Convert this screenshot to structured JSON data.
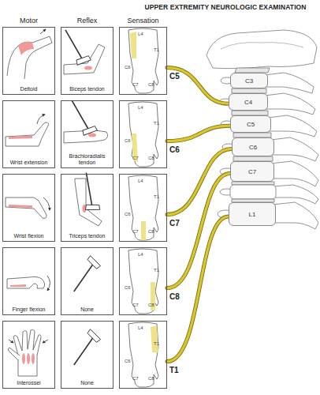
{
  "diagram": {
    "title": "UPPER EXTREMITY NEUROLOGIC EXAMINATION",
    "nodes": [
      {
        "text": [
          "Deltoid"
        ]
      },
      {
        "text": [
          "Biceps tendon"
        ]
      },
      {
        "text": [
          "C5",
          "L4",
          "T1",
          "C6",
          "C7",
          "C8"
        ]
      },
      {
        "text": [
          "Wrist extension"
        ]
      },
      {
        "text": [
          "Brachioradialis tendon"
        ]
      },
      {
        "text": [
          "C6",
          "L4",
          "T1",
          "C6",
          "C7",
          "C8"
        ]
      },
      {
        "text": [
          "Wrist flexion"
        ]
      },
      {
        "text": [
          "Triceps tendon"
        ]
      },
      {
        "text": [
          "C7",
          "L4",
          "T1",
          "C6",
          "C7",
          "C8"
        ]
      },
      {
        "text": [
          "Finger flexion"
        ]
      },
      {
        "text": [
          "None"
        ]
      },
      {
        "text": [
          "C8",
          "L4",
          "T1",
          "C6",
          "C7",
          "C8"
        ]
      },
      {
        "text": [
          "Interossei"
        ]
      },
      {
        "text": [
          "None"
        ]
      },
      {
        "text": [
          "T1",
          "L4",
          "T1",
          "C6",
          "C7",
          "C8"
        ]
      },
      {
        "text": [
          "C3"
        ]
      },
      {
        "text": [
          "C4"
        ]
      },
      {
        "text": [
          "C5"
        ]
      },
      {
        "text": [
          "C6"
        ]
      },
      {
        "text": [
          "C7"
        ]
      },
      {
        "text": [
          "L1"
        ]
      }
    ],
    "edges": [
      {
        "from": 2,
        "to": 16,
        "arrow": "none"
      },
      {
        "from": 5,
        "to": 17,
        "arrow": "none"
      },
      {
        "from": 8,
        "to": 18,
        "arrow": "none"
      },
      {
        "from": 11,
        "to": 19,
        "arrow": "none"
      },
      {
        "from": 14,
        "to": 20,
        "arrow": "none"
      }
    ],
    "labels": [
      "Motor",
      "Reflex",
      "Sensation"
    ]
  }
}
